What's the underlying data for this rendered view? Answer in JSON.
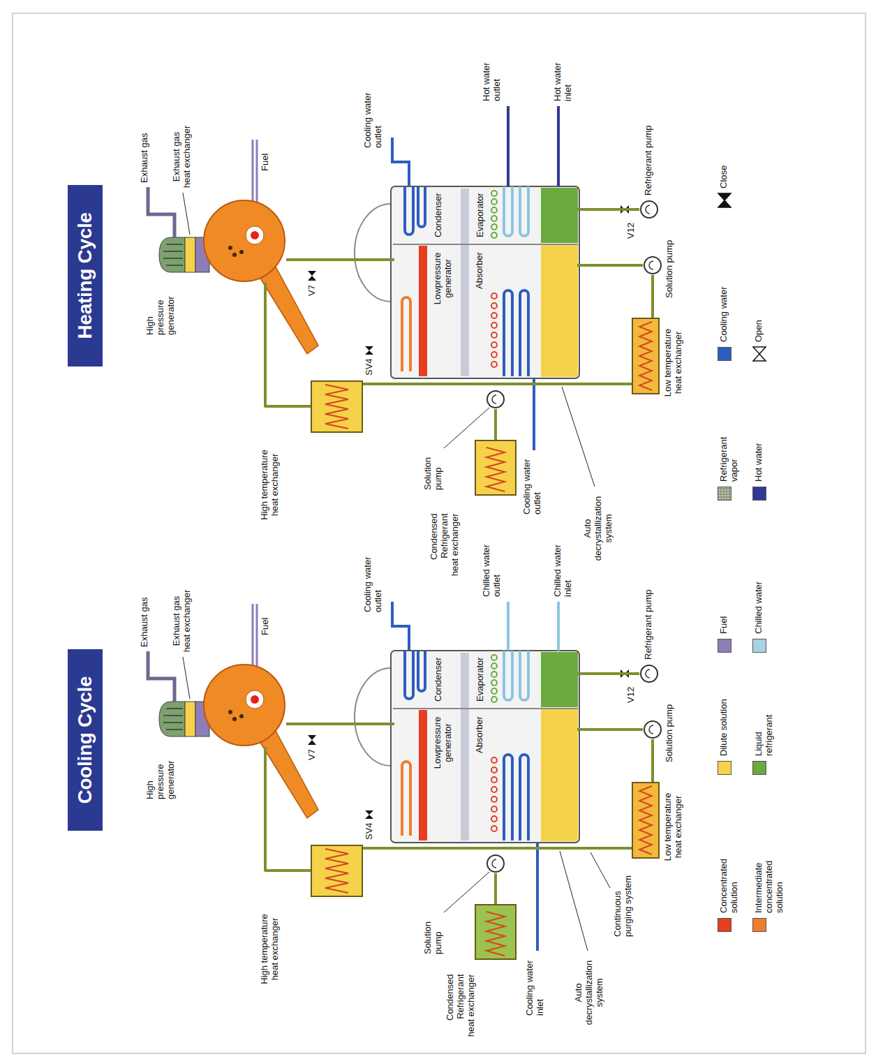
{
  "diagram": {
    "nodes": [
      {
        "text": [
          "Cooling Cycle"
        ]
      },
      {
        "text": [
          "High pressure generator"
        ]
      },
      {
        "text": [
          "Condenser"
        ]
      },
      {
        "text": [
          "Lowpressure generator"
        ]
      },
      {
        "text": [
          "Evaporator"
        ]
      },
      {
        "text": [
          "Absorber"
        ]
      },
      {
        "text": [
          "High temperature heat exchanger"
        ]
      },
      {
        "text": [
          "Condensed Refrigerant heat exchanger"
        ]
      },
      {
        "text": [
          "Low temperature heat exchanger"
        ]
      },
      {
        "text": [
          "Solution pump"
        ]
      },
      {
        "text": [
          "Solution pump"
        ]
      },
      {
        "text": [
          "Refrigerant pump"
        ]
      },
      {
        "text": [
          "Heating Cycle"
        ]
      },
      {
        "text": [
          "High pressure generator"
        ]
      },
      {
        "text": [
          "Condenser"
        ]
      },
      {
        "text": [
          "Lowpressure generator"
        ]
      },
      {
        "text": [
          "Evaporator"
        ]
      },
      {
        "text": [
          "Absorber"
        ]
      },
      {
        "text": [
          "High temperature heat exchanger"
        ]
      },
      {
        "text": [
          "Condensed Refrigerant heat exchanger"
        ]
      },
      {
        "text": [
          "Low temperature heat exchanger"
        ]
      },
      {
        "text": [
          "Solution pump"
        ]
      },
      {
        "text": [
          "Solution pump"
        ]
      },
      {
        "text": [
          "Refrigerant pump"
        ]
      }
    ],
    "edges": [
      {
        "from": 5,
        "to": 10,
        "arrow": "none"
      },
      {
        "from": 10,
        "to": 8,
        "arrow": "none"
      },
      {
        "from": 8,
        "to": 6,
        "arrow": "none"
      },
      {
        "from": 6,
        "to": 1,
        "arrow": "none"
      },
      {
        "from": 4,
        "to": 11,
        "arrow": "none"
      },
      {
        "from": 1,
        "to": 3,
        "arrow": "none"
      },
      {
        "from": 9,
        "to": 7,
        "arrow": "none"
      },
      {
        "from": 17,
        "to": 22,
        "arrow": "none"
      },
      {
        "from": 22,
        "to": 20,
        "arrow": "none"
      },
      {
        "from": 20,
        "to": 18,
        "arrow": "none"
      },
      {
        "from": 18,
        "to": 13,
        "arrow": "none"
      },
      {
        "from": 16,
        "to": 23,
        "arrow": "none"
      },
      {
        "from": 13,
        "to": 15,
        "arrow": "none"
      },
      {
        "from": 21,
        "to": 19,
        "arrow": "none"
      }
    ],
    "labels": [
      "Exhaust gas",
      "Exhaust gas heat exchanger",
      "Fuel",
      "V7",
      "SV4",
      "Cooling water outlet",
      "Chilled water outlet",
      "Chilled water inlet",
      "V12",
      "Cooling water inlet",
      "Auto decrystallization system",
      "Continuous purging system",
      "Exhaust gas",
      "Exhaust gas heat exchanger",
      "Fuel",
      "V7",
      "SV4",
      "Cooling water outlet",
      "Hot water outlet",
      "Hot water inlet",
      "V12",
      "Cooling water outlet",
      "Auto decrystallization system"
    ],
    "legend": [
      {
        "text": "Concentrated solution",
        "color": "#e63e1f"
      },
      {
        "text": "Intermediate concentrated solution",
        "color": "#ef7d2b"
      },
      {
        "text": "Dilute solution",
        "color": "#f6d24a"
      },
      {
        "text": "Liquid refrigerant",
        "color": "#6aaa3f"
      },
      {
        "text": "Fuel",
        "color": "#8e7db8"
      },
      {
        "text": "Chilled water",
        "color": "#a8d3e6"
      },
      {
        "text": "Refrigerant vapor",
        "color": "#8d9b7e"
      },
      {
        "text": "Hot water",
        "color": "#2f3a92"
      },
      {
        "text": "Cooling water",
        "color": "#2d5dbf"
      },
      {
        "text": "Open"
      },
      {
        "text": "Close"
      }
    ]
  }
}
